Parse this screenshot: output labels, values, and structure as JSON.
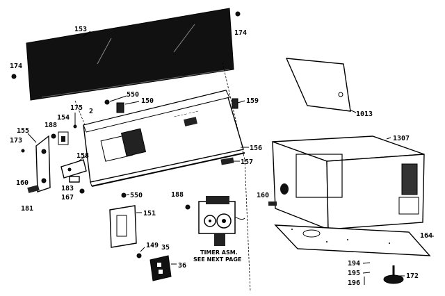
{
  "labels": {
    "l153": "153",
    "l174a": "174",
    "l174b": "174",
    "l550a": "550",
    "l150": "150",
    "l159": "159",
    "l175": "175",
    "l2": "2",
    "l188a": "188",
    "l154": "154",
    "l155": "155",
    "l173": "173",
    "l158": "158",
    "l160a": "160",
    "l183": "183",
    "l167": "167",
    "l181": "181",
    "l156": "156",
    "l157": "157",
    "l1013": "1013",
    "l1307": "1307",
    "l160b": "160",
    "l164": "164",
    "l550b": "550",
    "l151": "151",
    "l188b": "188",
    "l149": "149",
    "l35": "35",
    "l36": "36",
    "l194": "194",
    "l195": "195",
    "l196": "196",
    "l172": "172"
  },
  "caption": {
    "line1": "TIMER ASM.",
    "line2": "SEE NEXT PAGE"
  }
}
